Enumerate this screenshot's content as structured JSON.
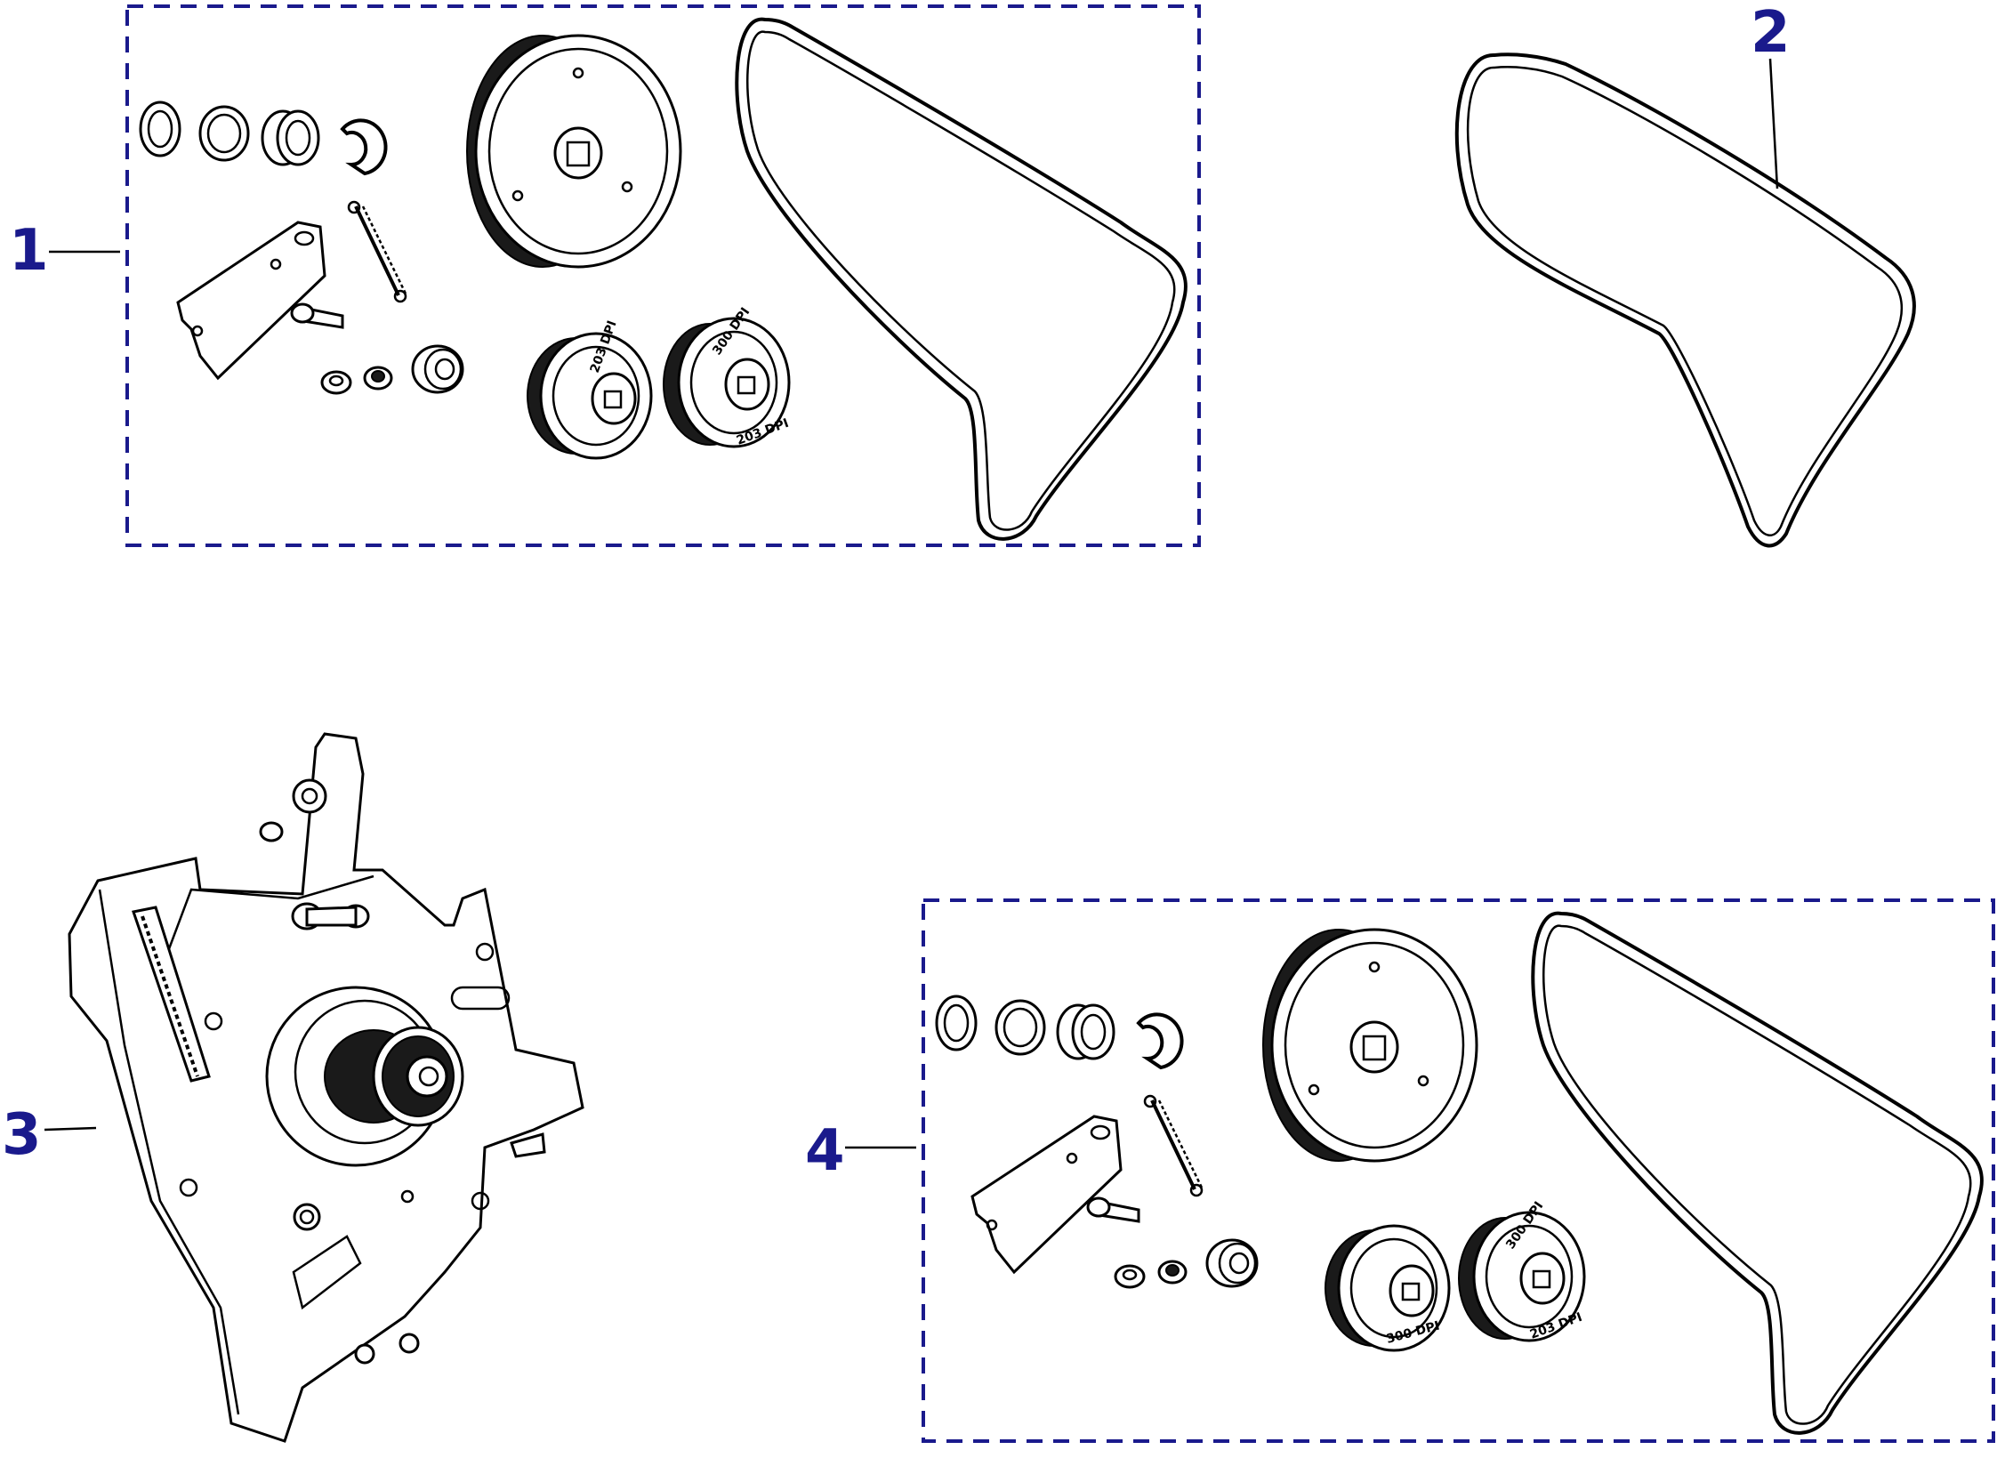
{
  "colors": {
    "callout": "#1a1a8c",
    "line": "#000000",
    "frame": "#1a1a8c",
    "background": "#ffffff"
  },
  "callouts": [
    {
      "id": "1",
      "label": "1"
    },
    {
      "id": "2",
      "label": "2"
    },
    {
      "id": "3",
      "label": "3"
    },
    {
      "id": "4",
      "label": "4"
    }
  ],
  "pulley_markings": {
    "kit1_small_a": "203 DPI",
    "kit1_small_b_top": "300 DPI",
    "kit1_small_b_bottom": "203 DPI",
    "kit4_small_a": "300 DPI",
    "kit4_small_b_top": "300 DPI",
    "kit4_small_b_bottom": "203 DPI"
  }
}
